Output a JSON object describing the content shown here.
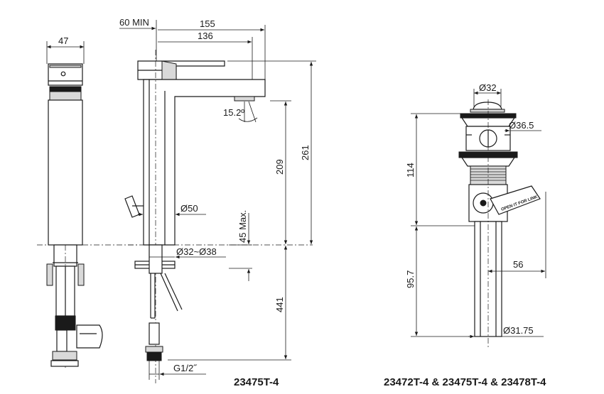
{
  "dimensions": {
    "side_width": "47",
    "min_clearance": "60 MIN",
    "reach_total": "155",
    "reach_spout": "136",
    "spout_angle": "15.2º",
    "height_total": "261",
    "height_spout": "209",
    "body_dia": "Ø50",
    "deck_max": "45 Max.",
    "hole_dia": "Ø32~Ø38",
    "hose_length": "441",
    "inlet_thread": "G1/2˝",
    "knob_dia": "Ø32",
    "flange_dia": "Ø36.5",
    "drain_height": "114",
    "tail_length": "95.7",
    "lever_reach": "56",
    "tail_dia": "Ø31.75",
    "lever_label": "OPEN IT FOR LINK"
  },
  "captions": {
    "faucet_model": "23475T-4",
    "drain_models": "23472T-4 & 23475T-4 & 23478T-4"
  }
}
